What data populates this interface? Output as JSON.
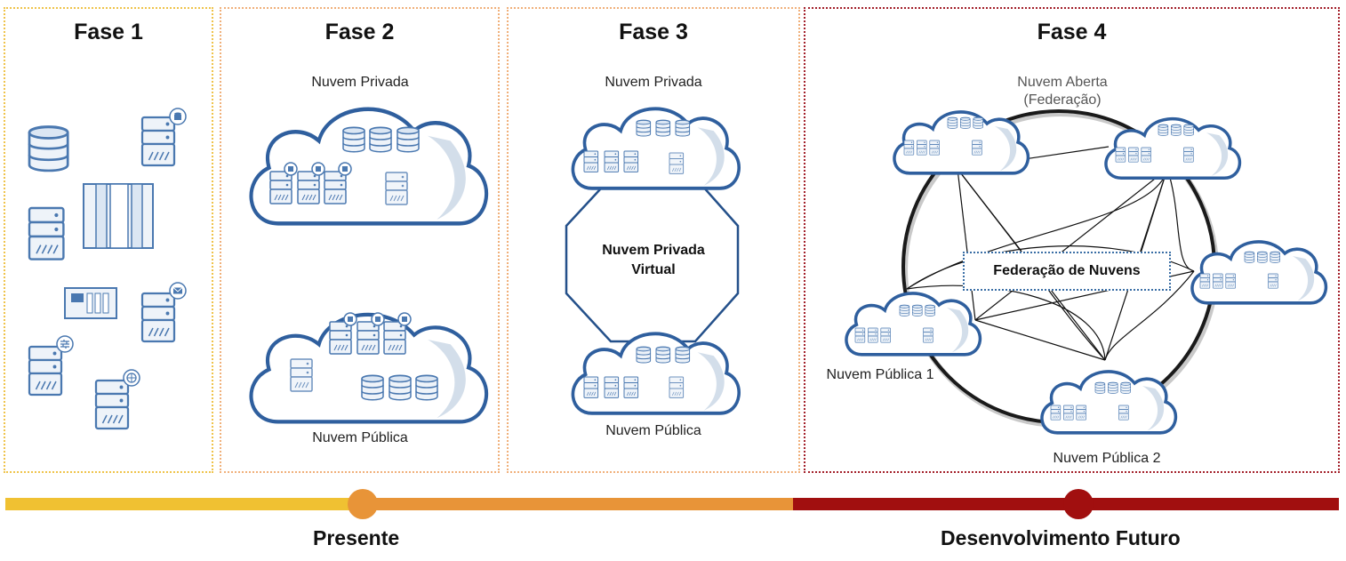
{
  "phases": [
    {
      "title": "Fase 1"
    },
    {
      "title": "Fase 2",
      "top_label": "Nuvem Privada",
      "bottom_label": "Nuvem Pública"
    },
    {
      "title": "Fase 3",
      "top_label": "Nuvem Privada",
      "middle_label": "Nuvem Privada Virtual",
      "bottom_label": "Nuvem Pública"
    },
    {
      "title": "Fase 4",
      "open_cloud_label": "Nuvem Aberta",
      "open_cloud_sub": "(Federação)",
      "federation_label": "Federação de Nuvens",
      "public1_label": "Nuvem Pública 1",
      "public2_label": "Nuvem Pública 2"
    }
  ],
  "timeline": {
    "present": "Presente",
    "future": "Desenvolvimento Futuro"
  },
  "colors": {
    "yellow": "#f0c132",
    "orange": "#e89438",
    "darkred": "#a10f0f",
    "cloud_stroke": "#2f5f9e",
    "server": "#4a78b0"
  },
  "icons": [
    "database-icon",
    "server-icon",
    "mainframe-icon",
    "network-switch-icon",
    "mail-server-icon",
    "firewall-server-icon",
    "web-server-icon",
    "cloud-icon"
  ]
}
